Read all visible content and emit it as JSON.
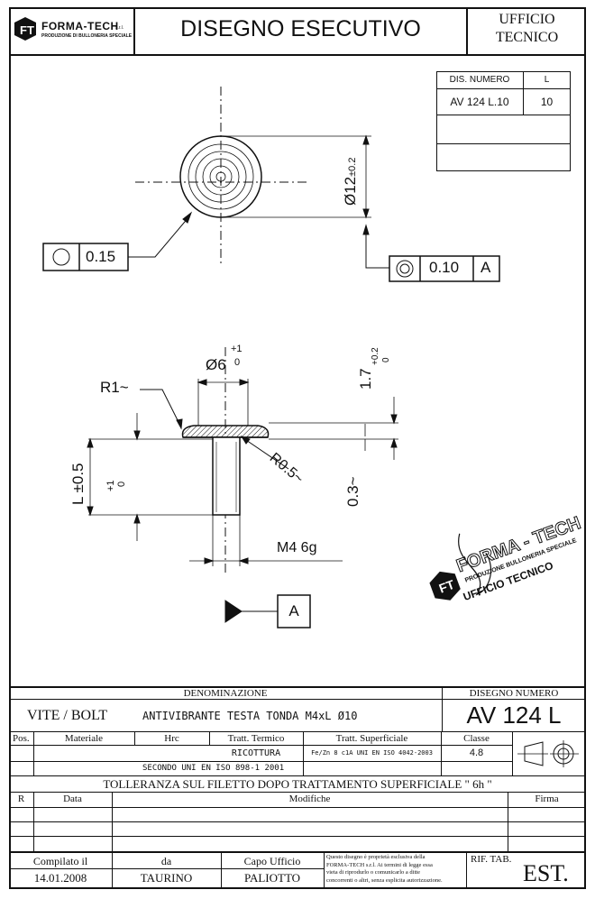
{
  "header": {
    "company_logo": "FORMA-TECH",
    "company_suffix": "s.r.l.",
    "company_tagline": "PRODUZIONE DI BULLONERIA SPECIALE",
    "title": "DISEGNO ESECUTIVO",
    "office_line1": "UFFICIO",
    "office_line2": "TECNICO"
  },
  "dis_table": {
    "col1_header": "DIS. NUMERO",
    "col2_header": "L",
    "rows": [
      {
        "num": "AV 124  L.10",
        "l": "10"
      },
      {
        "num": "",
        "l": ""
      },
      {
        "num": "",
        "l": ""
      }
    ]
  },
  "drawing": {
    "diameter_top": "Ø12",
    "diameter_top_tol": "±0.2",
    "runout_value": "0.15",
    "concentricity_value": "0.10",
    "datum_ref": "A",
    "radius_head": "R1~",
    "diameter_head": "Ø6",
    "diameter_head_tol_up": "+1",
    "diameter_head_tol_low": "0",
    "head_height": "1.7",
    "head_height_tol_up": "+0.2",
    "head_height_tol_low": "0",
    "radius_fillet": "R0.5~",
    "depth": "0.3~",
    "length": "L ±0.5",
    "length_tol_up": "+1",
    "length_tol_low": "0",
    "thread": "M4  6g",
    "datum_label": "A"
  },
  "stamp": {
    "brand": "FORMA - TECH",
    "tagline": "PRODUZIONE BULLONERIA SPECIALE",
    "office": "UFFICIO TECNICO"
  },
  "title_block": {
    "denominazione_header": "DENOMINAZIONE",
    "disegno_numero_header": "DISEGNO NUMERO",
    "part_name": "VITE / BOLT",
    "description": "ANTIVIBRANTE TESTA TONDA M4xL  Ø10",
    "drawing_number": "AV 124 L",
    "col_pos": "Pos.",
    "col_materiale": "Materiale",
    "col_hrc": "Hrc",
    "col_termico": "Tratt. Termico",
    "col_superficiale": "Tratt. Superficiale",
    "col_classe": "Classe",
    "termico_value": "RICOTTURA",
    "superficiale_value": "Fe/Zn 8 c1A UNI EN ISO 4042-2003",
    "classe_value": "4.8",
    "hrc_value": "SECONDO UNI EN ISO 898-1  2001",
    "tolerance_note": "TOLLERANZA SUL FILETTO DOPO TRATTAMENTO SUPERFICIALE  \" 6h \"",
    "rev_r": "R",
    "rev_data": "Data",
    "rev_modifiche": "Modifiche",
    "rev_firma": "Firma",
    "compilato_label": "Compilato il",
    "compilato_value": "14.01.2008",
    "da_label": "da",
    "da_value": "TAURINO",
    "capo_label": "Capo Ufficio",
    "capo_value": "PALIOTTO",
    "legal_1": "Questo disegno è proprietà esclusiva della",
    "legal_2": "FORMA-TECH s.r.l. Ai termini di legge essa",
    "legal_3": "vieta di riprodurlo o comunicarlo a ditte",
    "legal_4": "concorrenti o altri, senza esplicita autorizzazione.",
    "rif_tab_label": "RIF. TAB.",
    "rif_tab_value": "EST."
  }
}
